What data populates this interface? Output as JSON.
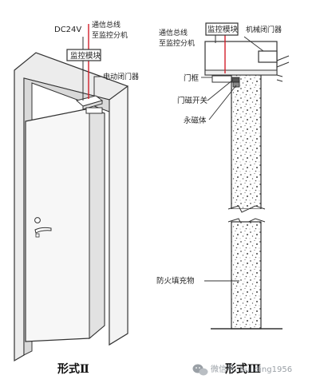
{
  "colors": {
    "line": "#333333",
    "red_wire": "#d21f2a",
    "door_face": "#f5f5f5",
    "frame": "#e9e9e9",
    "fill_texture": "#d9d9d9",
    "watermark": "#9aa0a6"
  },
  "left_diagram": {
    "power_label": "DC24V",
    "comm_bus_line1": "通信总线",
    "comm_bus_line2": "至监控分机",
    "monitor_module": "监控模块",
    "electric_closer": "电动闭门器",
    "caption": "形式Ⅱ"
  },
  "right_diagram": {
    "comm_bus_line1": "通信总线",
    "comm_bus_line2": "至监控分机",
    "monitor_module": "监控模块",
    "mechanical_closer": "机械闭门器",
    "door_frame": "门框",
    "magnetic_switch": "门磁开关",
    "permanent_magnet": "永磁体",
    "fireproof_filler": "防火填充物",
    "caption": "形式Ⅲ"
  },
  "watermark": {
    "icon": "wechat-icon",
    "text": "微信号: building1956"
  }
}
